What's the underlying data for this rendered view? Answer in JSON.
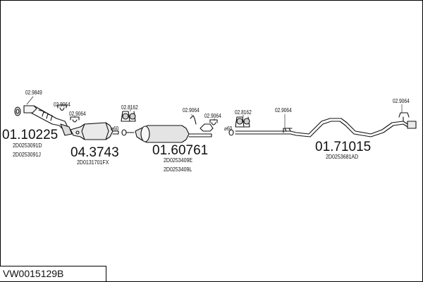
{
  "assembly_id": "VW0015129B",
  "ref_numbers": {
    "r1": "01.10225",
    "r2": "04.3743",
    "r3": "01.60761",
    "r4": "01.71015"
  },
  "oem_codes": {
    "o1a": "2D0253091D",
    "o1b": "2D0253091J",
    "o2": "2D0131701FX",
    "o3a": "2D0253409E",
    "o3b": "2D0253409L",
    "o4": "2D0253681AD"
  },
  "accessory_codes": {
    "a1": "02.9849",
    "a2": "02.9064",
    "a3": "02.9064",
    "a4": "02.8162",
    "a5": "02.9064",
    "a6": "02.9064",
    "a7": "02.8162",
    "a8": "02.9064",
    "a9": "02.9064"
  },
  "pipe_sizes": {
    "d1": "⌀60",
    "d2": "⌀60"
  }
}
